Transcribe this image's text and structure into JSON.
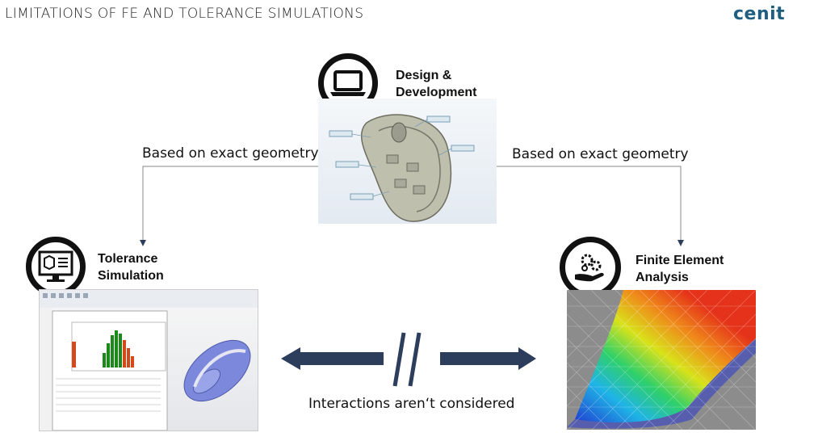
{
  "header": {
    "title": "LIMITATIONS OF FE AND TOLERANCE SIMULATIONS",
    "logo_text": "cenit"
  },
  "nodes": {
    "design": {
      "label_line1": "Design &",
      "label_line2": "Development",
      "icon": "laptop-icon"
    },
    "tolerance": {
      "label_line1": "Tolerance",
      "label_line2": "Simulation",
      "icon": "monitor-analysis-icon"
    },
    "fea": {
      "label_line1": "Finite Element",
      "label_line2": "Analysis",
      "icon": "hand-gears-icon"
    }
  },
  "edges": {
    "left_label": "Based on exact geometry",
    "right_label": "Based on exact geometry",
    "bottom_label": "Interactions aren‘t considered"
  },
  "colors": {
    "arrow": "#2c3e5c",
    "logo": "#1f5e7f"
  }
}
